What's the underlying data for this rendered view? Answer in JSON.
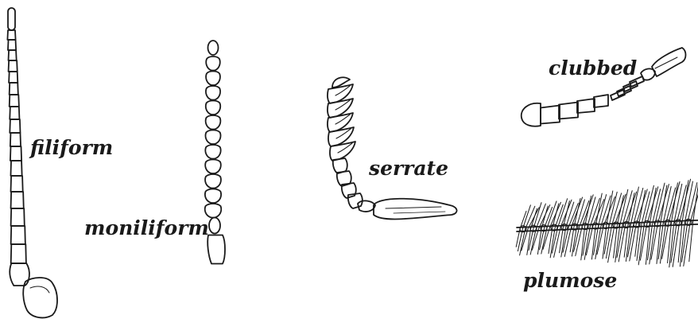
{
  "labels": {
    "filiform": "filiform",
    "moniliform": "moniliform",
    "serrate": "serrate",
    "clubbed": "clubbed",
    "plumose": "plumose"
  },
  "colors": {
    "ink": "#1a1a1a",
    "background": "#ffffff"
  }
}
